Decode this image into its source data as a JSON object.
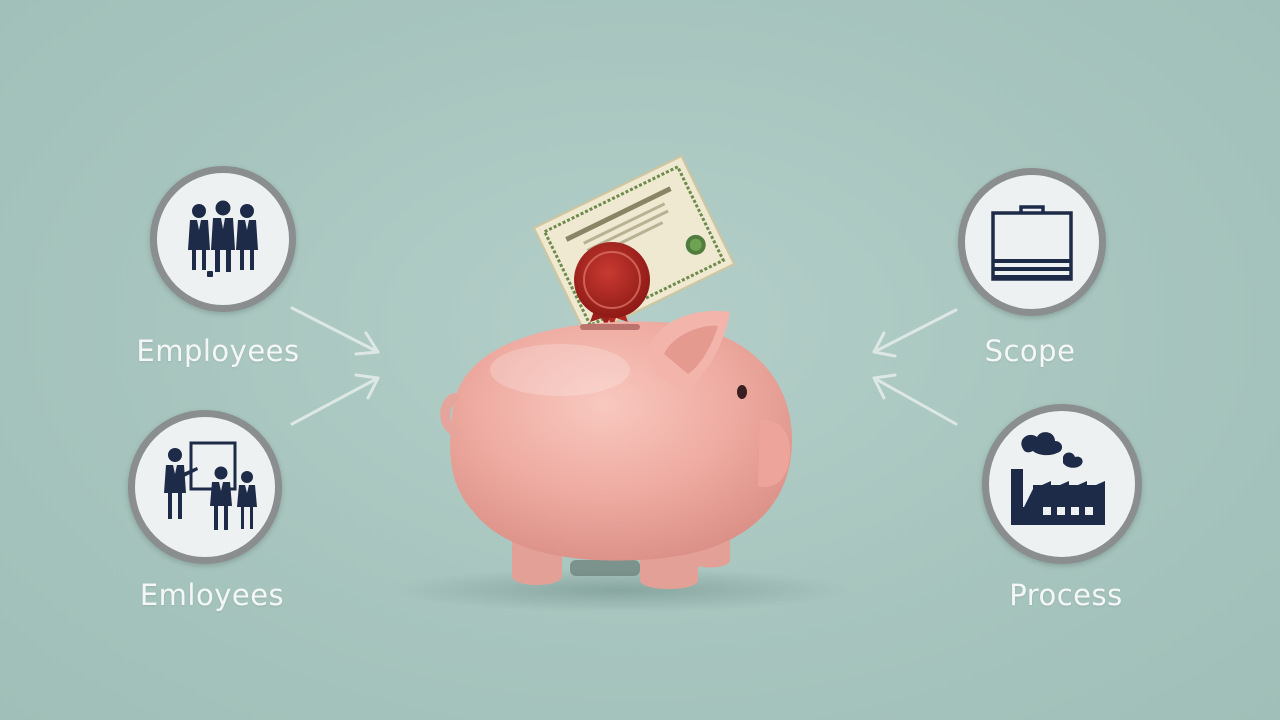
{
  "nodes": {
    "top_left": {
      "label": "Employees",
      "icon": "business-team-icon"
    },
    "bottom_left": {
      "label": "Emloyees",
      "icon": "presentation-team-icon"
    },
    "top_right": {
      "label": "Scope",
      "icon": "clipboard-icon"
    },
    "bottom_right": {
      "label": "Process",
      "icon": "factory-icon"
    }
  },
  "center": {
    "icon": "piggy-bank-icon",
    "certificate_icon": "certificate-seal-icon"
  },
  "colors": {
    "background": "#a7c5be",
    "label": "#f4f7f6",
    "icon_navy": "#1e2b48",
    "pig": "#e9a9a0",
    "seal": "#a8201e"
  }
}
